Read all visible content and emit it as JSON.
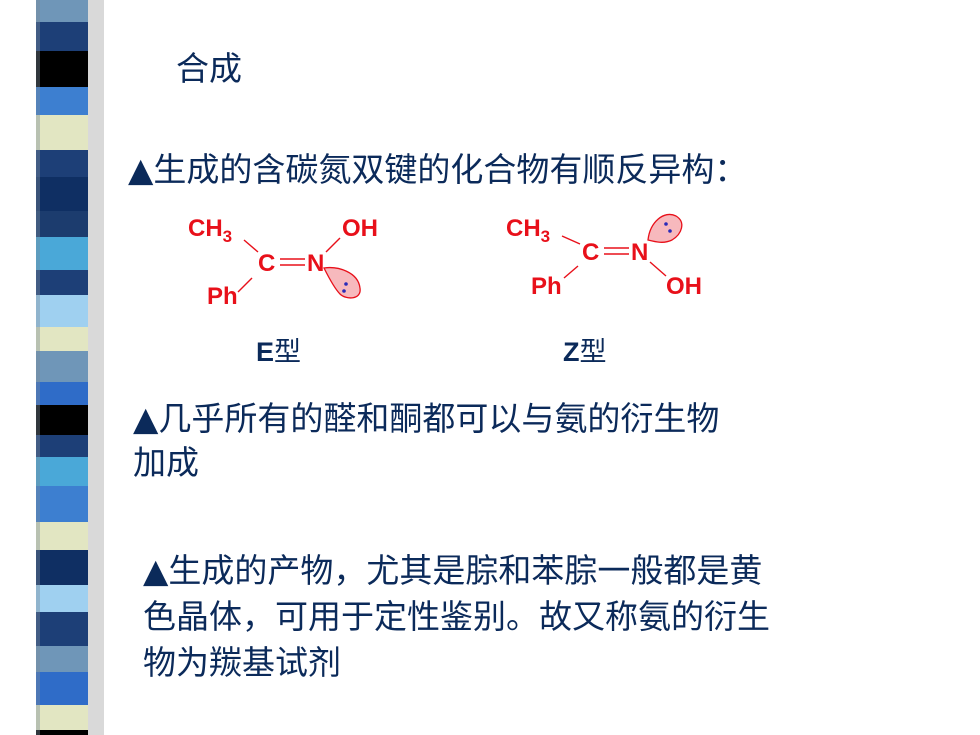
{
  "slide": {
    "title": "合成",
    "paragraph_1": "▲生成的含碳氮双键的化合物有顺反异构：",
    "paragraph_2": [
      "▲几乎所有的醛和酮都可以与氨的衍生物",
      "加成"
    ],
    "paragraph_3": [
      "▲生成的产物，尤其是腙和苯腙一般都是黄",
      "色晶体，可用于定性鉴别。故又称氨的衍生",
      "物为羰基试剂"
    ]
  },
  "structures": {
    "e_isomer": {
      "label_letter": "E",
      "label_suffix": "型",
      "methyl": "CH",
      "methyl_sub": "3",
      "phenyl": "Ph",
      "carbon": "C",
      "nitrogen": "N",
      "hydroxyl": "OH"
    },
    "z_isomer": {
      "label_letter": "Z",
      "label_suffix": "型",
      "methyl": "CH",
      "methyl_sub": "3",
      "phenyl": "Ph",
      "carbon": "C",
      "nitrogen": "N",
      "hydroxyl": "OH"
    }
  },
  "colors": {
    "text": "#0b2a5a",
    "formula_red": "#e8101a",
    "lone_pair_fill": "#f7b9bd",
    "lone_pair_dots": "#2a2ab8"
  }
}
